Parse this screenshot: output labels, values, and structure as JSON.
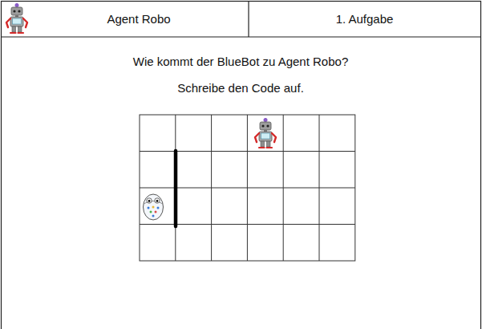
{
  "diagram": {
    "nodes": [
      {
        "text": [
          "Agent Robo"
        ]
      },
      {
        "text": [
          "1. Aufgabe"
        ]
      }
    ],
    "labels": [
      "Wie kommt der BlueBot zu Agent Robo?",
      "Schreibe den Code auf."
    ]
  }
}
